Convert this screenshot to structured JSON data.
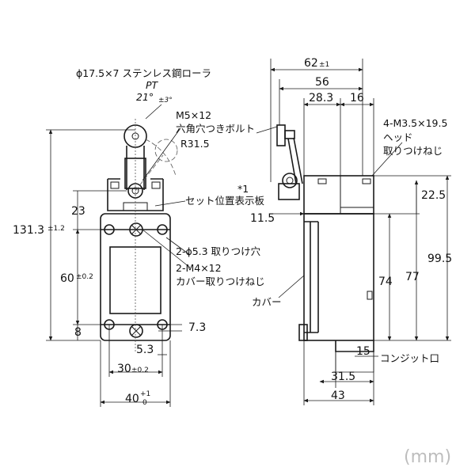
{
  "labels": {
    "roller": "ϕ17.5×7 ステンレス鋼ローラ",
    "pt": "PT",
    "angle_main": "21°",
    "angle_tol": "±3°",
    "bolt1": "M5×12",
    "bolt2": "六角穴つきボルト",
    "radius": "R31.5",
    "note1": "*1",
    "set_position": "セット位置表示板",
    "head1": "4-M3.5×19.5",
    "head2": "ヘッド",
    "head3": "取りつけねじ",
    "holes": "2-ϕ5.3 取りつけ穴",
    "cover_screw1": "2-M4×12",
    "cover_screw2": "カバー取りつけねじ",
    "cover": "カバー",
    "conduit": "コンジット口",
    "unit": "(mm)"
  },
  "dims": {
    "d62": "62",
    "d62_tol": "±1",
    "d56": "56",
    "d28_3": "28.3",
    "d16": "16",
    "d22_5": "22.5",
    "d11_5": "11.5",
    "d99_5": "99.5",
    "d74": "74",
    "d77": "77",
    "d15": "15",
    "d31_5": "31.5",
    "d43": "43",
    "d131_3": "131.3",
    "d131_3_tol": "±1.2",
    "d23": "23",
    "d60": "60",
    "d60_tol": "±0.2",
    "d8": "8",
    "d7_3": "7.3",
    "d5_3": "5.3",
    "d30": "30",
    "d30_tol": "±0.2",
    "d40": "40",
    "d40_tol_up": "+1",
    "d40_tol_dn": "0"
  }
}
